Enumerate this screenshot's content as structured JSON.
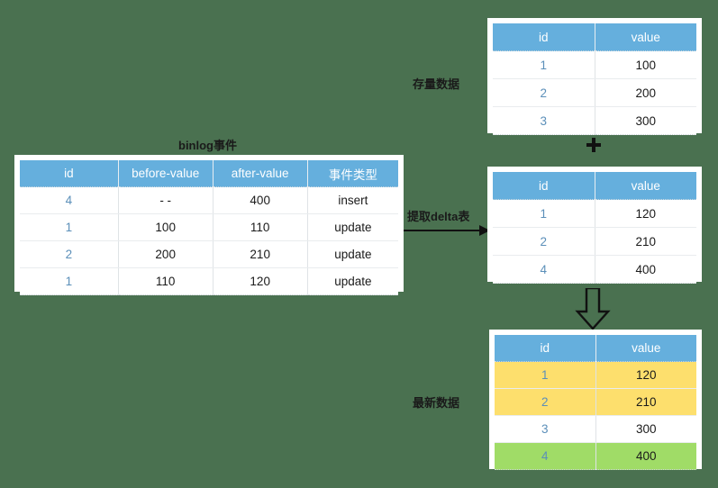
{
  "diagram": {
    "background_color": "#4a7150",
    "header_color": "#65afdd",
    "highlight_yellow": "#fddf6d",
    "highlight_green": "#a0dc67",
    "id_text_color": "#5b8fb9"
  },
  "labels": {
    "binlog_title": "binlog事件",
    "stock_data": "存量数据",
    "latest_data": "最新数据",
    "extract_delta": "提取delta表",
    "plus": "+"
  },
  "tables": {
    "stock": {
      "name": "存量数据",
      "columns": [
        "id",
        "value"
      ],
      "rows": [
        {
          "id": "1",
          "value": "100",
          "highlight": "none"
        },
        {
          "id": "2",
          "value": "200",
          "highlight": "none"
        },
        {
          "id": "3",
          "value": "300",
          "highlight": "none"
        }
      ]
    },
    "binlog": {
      "name": "binlog事件",
      "columns": [
        "id",
        "before-value",
        "after-value",
        "事件类型"
      ],
      "rows": [
        {
          "id": "4",
          "before": "- -",
          "after": "400",
          "type": "insert"
        },
        {
          "id": "1",
          "before": "100",
          "after": "110",
          "type": "update"
        },
        {
          "id": "2",
          "before": "200",
          "after": "210",
          "type": "update"
        },
        {
          "id": "1",
          "before": "110",
          "after": "120",
          "type": "update"
        }
      ]
    },
    "delta": {
      "name": "delta表",
      "columns": [
        "id",
        "value"
      ],
      "rows": [
        {
          "id": "1",
          "value": "120",
          "highlight": "none"
        },
        {
          "id": "2",
          "value": "210",
          "highlight": "none"
        },
        {
          "id": "4",
          "value": "400",
          "highlight": "none"
        }
      ]
    },
    "latest": {
      "name": "最新数据",
      "columns": [
        "id",
        "value"
      ],
      "rows": [
        {
          "id": "1",
          "value": "120",
          "highlight": "yellow"
        },
        {
          "id": "2",
          "value": "210",
          "highlight": "yellow"
        },
        {
          "id": "3",
          "value": "300",
          "highlight": "none"
        },
        {
          "id": "4",
          "value": "400",
          "highlight": "green"
        }
      ]
    }
  },
  "connectors": {
    "extract_arrow": "arrow-right",
    "merge_arrow": "arrow-down-hollow",
    "combine": "plus"
  }
}
